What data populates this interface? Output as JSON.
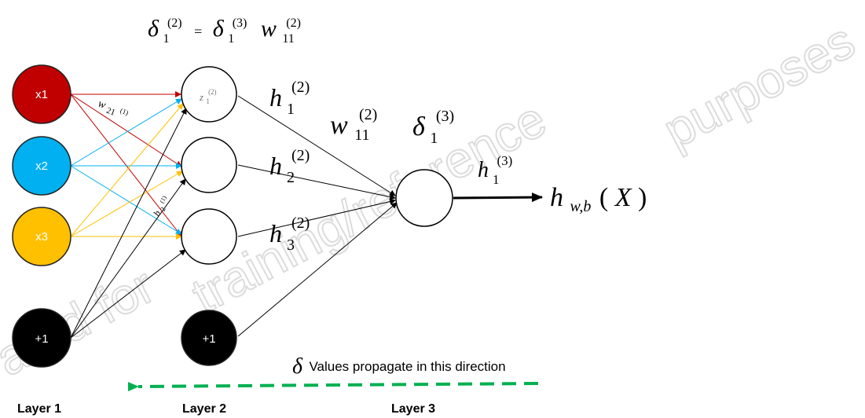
{
  "watermark": {
    "word1": "ated for",
    "word2": "training/reference",
    "word3": "purposes"
  },
  "formula": {
    "lhs": "δ",
    "lhs_sub": "1",
    "lhs_sup": "(2)",
    "eq": "=",
    "rhs1": "δ",
    "rhs1_sub": "1",
    "rhs1_sup": "(3)",
    "rhs2": "w",
    "rhs2_sub": "11",
    "rhs2_sup": "(2)"
  },
  "inputs": [
    "x1",
    "x2",
    "x3",
    "+1"
  ],
  "hidden_bias": "+1",
  "hidden_node_label": {
    "base": "z",
    "sub": "1",
    "sup": "(2)"
  },
  "edge_labels": {
    "w21": {
      "base": "w",
      "sub": "21",
      "sup": "(1)"
    },
    "b2": {
      "base": "b",
      "sub": "2",
      "sup": "(1)"
    }
  },
  "activations": [
    {
      "base": "h",
      "sub": "1",
      "sup": "(2)"
    },
    {
      "base": "h",
      "sub": "2",
      "sup": "(2)"
    },
    {
      "base": "h",
      "sub": "3",
      "sup": "(2)"
    }
  ],
  "weight_label": {
    "base": "w",
    "sub": "11",
    "sup": "(2)"
  },
  "output_delta": {
    "base": "δ",
    "sub": "1",
    "sup": "(3)"
  },
  "output_activation": {
    "base": "h",
    "sub": "1",
    "sup": "(3)"
  },
  "final_output": {
    "h": "h",
    "sub": "w,b",
    "open": "(",
    "X": "X",
    "close": ")"
  },
  "caption": {
    "delta": "δ",
    "text": "Values propagate in this direction"
  },
  "layers": [
    "Layer 1",
    "Layer 2",
    "Layer 3"
  ],
  "colors": {
    "x1": "#c00000",
    "x2": "#00b0f0",
    "x3": "#ffc000",
    "bias": "#000000",
    "arrow_green": "#00b050"
  }
}
